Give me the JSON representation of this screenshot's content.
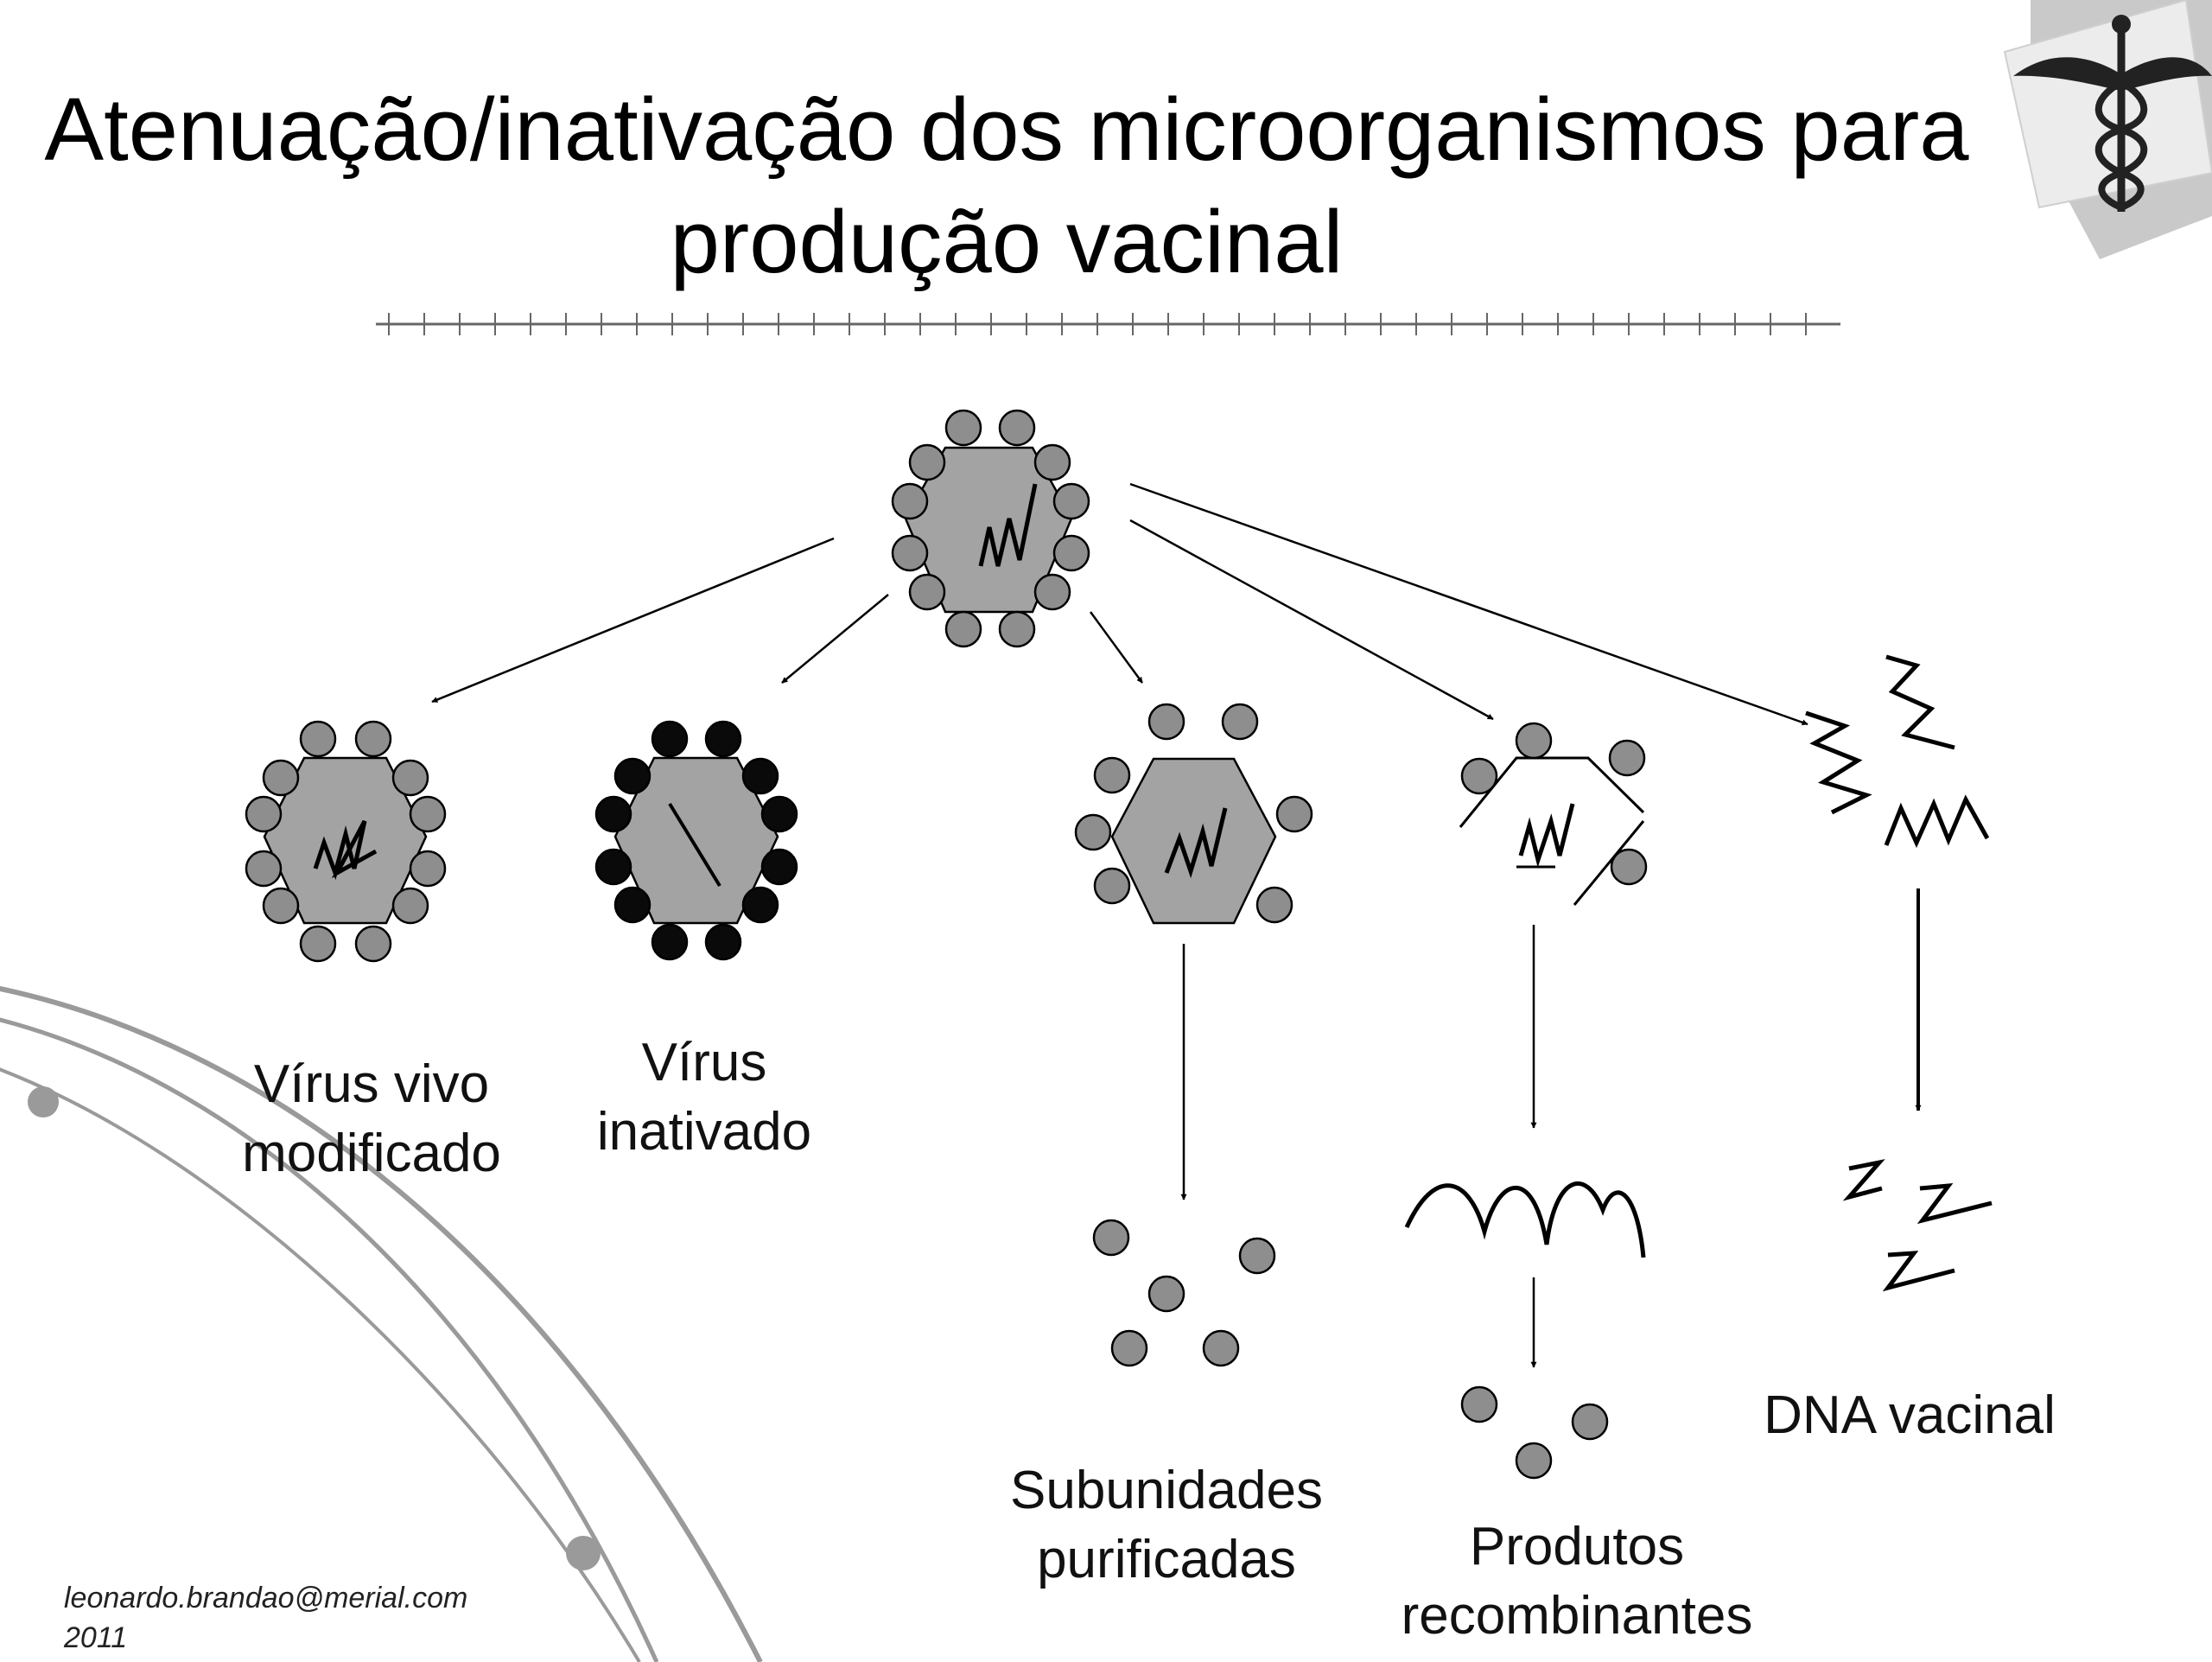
{
  "title": {
    "line1": "Atenuação/inativação dos microorganismos para",
    "line2": "produção vacinal"
  },
  "labels": {
    "live_virus": {
      "line1": "Vírus vivo",
      "line2": "modificado"
    },
    "inactivated_virus": {
      "line1": "Vírus",
      "line2": "inativado"
    },
    "subunits": {
      "line1": "Subunidades",
      "line2": "purificadas"
    },
    "recombinant": {
      "line1": "Produtos",
      "line2": "recombinantes"
    },
    "dna_vaccine": "DNA vacinal"
  },
  "footer": {
    "email": "leonardo.brandao@merial.com",
    "year": "2011"
  },
  "colors": {
    "capsid_fill": "#a3a3a3",
    "protein_gray": "#8e8e8e",
    "protein_black": "#0a0a0a",
    "stroke": "#000000",
    "decor_curve": "#9a9a9a"
  },
  "icons": [
    "caduceus-icon",
    "virus-icon",
    "dna-strand-icon",
    "protein-subunit-icon"
  ]
}
